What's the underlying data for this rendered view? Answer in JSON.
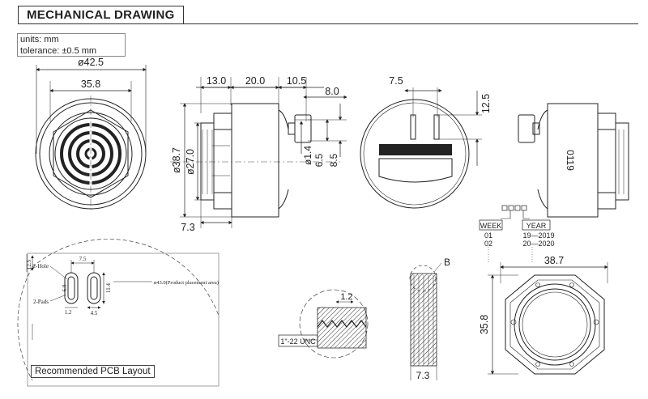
{
  "title": "MECHANICAL DRAWING",
  "units_label": "units: mm",
  "tolerance_label": "tolerance: ±0.5 mm",
  "front_view": {
    "outer_dia": "ø42.5",
    "inner_width": "35.8"
  },
  "side_view": {
    "dims_top": [
      "13.0",
      "20.0",
      "10.5",
      "8.0"
    ],
    "dia_outer": "ø38.7",
    "dia_inner": "ø27.0",
    "pin_dia": "ø1.4",
    "pin_h1": "6.5",
    "pin_h2": "8.5",
    "bottom_dim": "7.3"
  },
  "top_view": {
    "pin_spacing": "7.5",
    "pin_height": "12.5"
  },
  "back_view": {
    "label": "0119",
    "week_label": "WEEK",
    "week_values": [
      "01",
      "02"
    ],
    "year_label": "YEAR",
    "year_values": [
      "19—2019",
      "20—2020"
    ]
  },
  "pcb_layout": {
    "dim_top": "7.5",
    "dim_left": "12.5",
    "hole_label": "2-Hole",
    "pads_label": "2-Pads",
    "dim_hole": "6.9",
    "dim_pad_w": "1.2",
    "dim_right": "11.4",
    "dim_bottom": "4.5",
    "placement_note": "ø43.0(Product placement area)",
    "caption": "Recommended PCB Layout"
  },
  "thread_detail": {
    "pitch": "1.2",
    "spec": "1\"-22 UNC"
  },
  "section_view": {
    "detail_label": "B",
    "width": "7.3"
  },
  "hex_view": {
    "width": "38.7",
    "height": "35.8"
  }
}
